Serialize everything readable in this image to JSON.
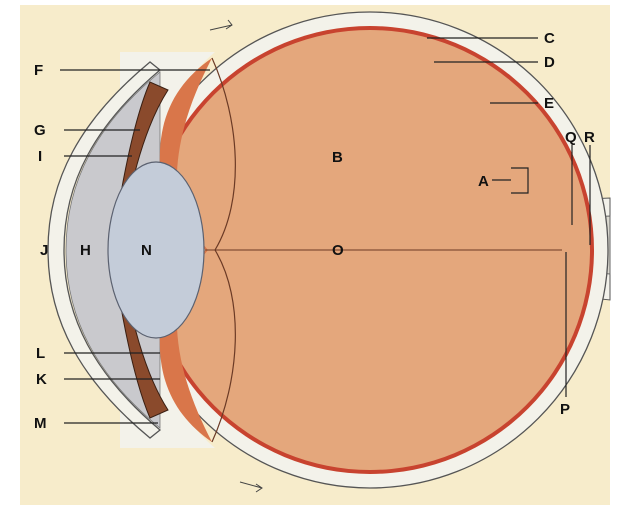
{
  "diagram": {
    "background_color": "#ffffff",
    "panel_color": "#f7eccb",
    "labels": {
      "A": "A",
      "B": "B",
      "C": "C",
      "D": "D",
      "E": "E",
      "F": "F",
      "G": "G",
      "H": "H",
      "I": "I",
      "J": "J",
      "K": "K",
      "L": "L",
      "M": "M",
      "N": "N",
      "O": "O",
      "P": "P",
      "Q": "Q",
      "R": "R"
    }
  }
}
